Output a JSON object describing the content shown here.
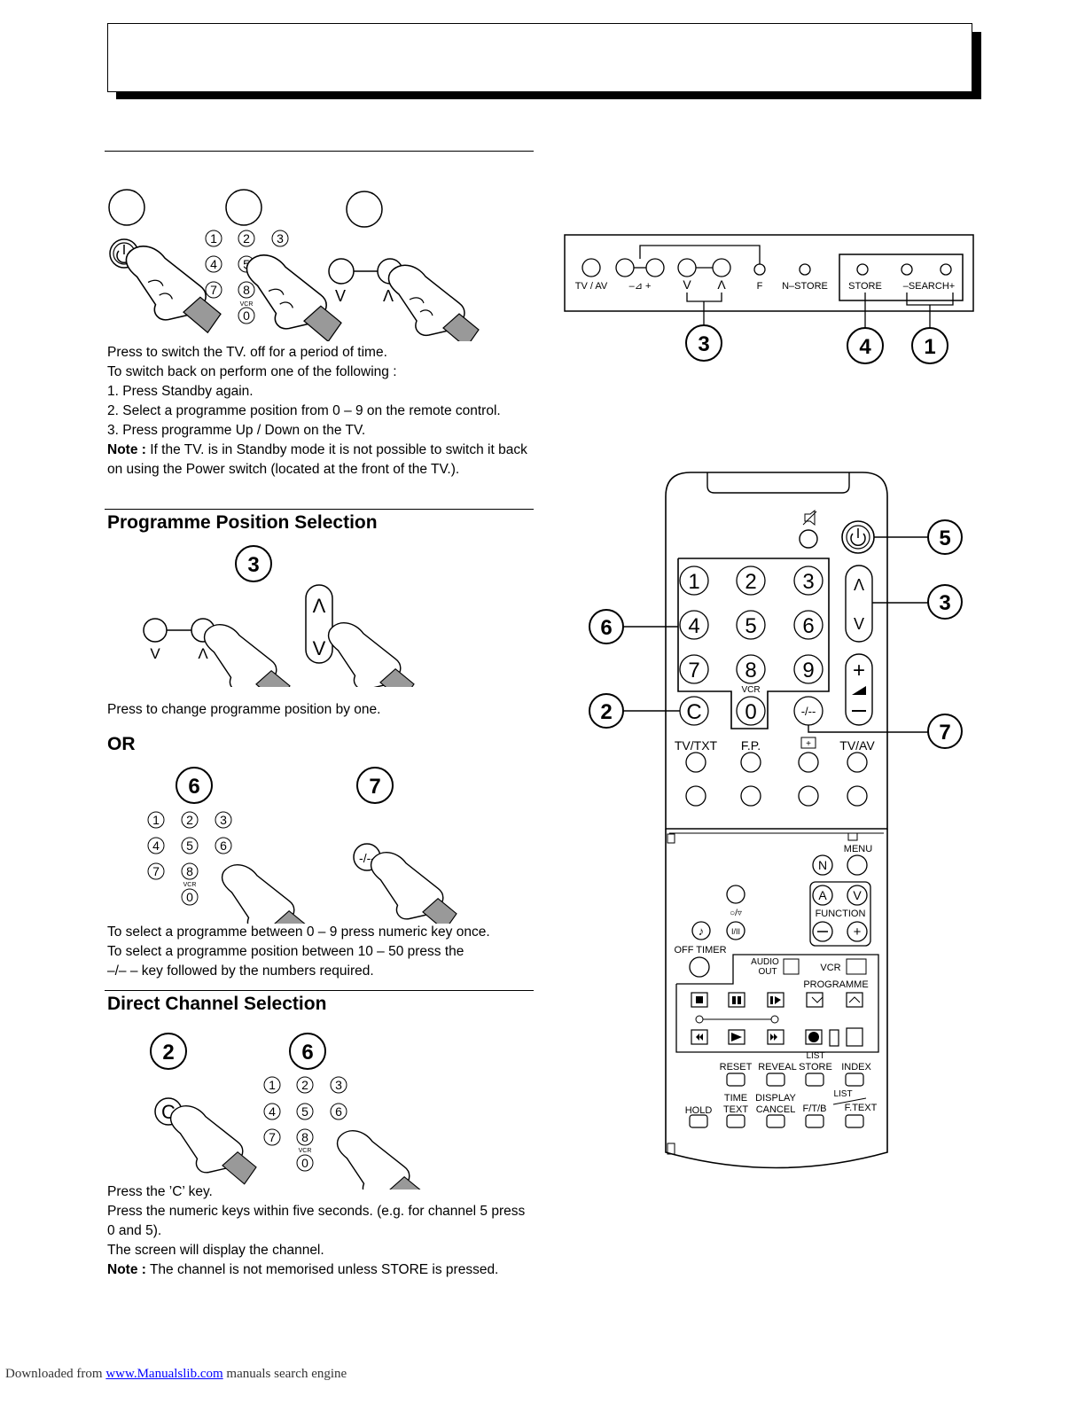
{
  "standby": {
    "lines": [
      "Press to switch the TV. off for a period of time.",
      "To switch back on perform one of the following :",
      "1. Press Standby again.",
      "2. Select a programme position from 0 – 9 on the remote control.",
      "3. Press programme Up / Down on the TV."
    ],
    "note_label": "Note :",
    "note_text": " If the TV. is in Standby mode it is not possible to switch it back on using the Power switch (located at the front of the TV.)."
  },
  "programme": {
    "heading": "Programme Position Selection",
    "callout": "3",
    "text": "Press to change programme position by one.",
    "or_label": "OR",
    "callout_numeric": "6",
    "callout_dash": "7",
    "text2_line1": "To select a programme between 0 – 9 press numeric key once.",
    "text2_line2": "To select a programme position between 10 – 50 press the",
    "text2_line3": "–/– – key followed by the numbers required."
  },
  "direct": {
    "heading": "Direct Channel Selection",
    "callout_c": "2",
    "callout_num": "6",
    "line1": "Press the ’C’ key.",
    "line2": "Press the numeric keys within five seconds. (e.g. for channel 5 press 0 and 5).",
    "line3": "The screen will display the channel.",
    "note_label": "Note :",
    "note_text": " The channel is not memorised unless STORE is pressed."
  },
  "keypad": {
    "digits": [
      "1",
      "2",
      "3",
      "4",
      "5",
      "6",
      "7",
      "8"
    ],
    "zero": "0",
    "vcr": "VCR",
    "down": "V",
    "up": "Λ",
    "dash": "-/--",
    "c_key": "C"
  },
  "front_panel": {
    "labels": [
      "TV / AV",
      "–⊿  +",
      "V",
      "Λ",
      "F",
      "N–STORE",
      "STORE",
      "–SEARCH+"
    ],
    "callouts": [
      "3",
      "4",
      "1"
    ]
  },
  "remote": {
    "callouts": [
      "5",
      "3",
      "6",
      "2",
      "7"
    ],
    "digits": [
      "1",
      "2",
      "3",
      "4",
      "5",
      "6",
      "7",
      "8",
      "9"
    ],
    "zero": "0",
    "vcr": "VCR",
    "c_key": "C",
    "dash_key": "-/--",
    "row_labels": [
      "TV/TXT",
      "F.P.",
      "TV/AV"
    ],
    "menu": "MENU",
    "n_key": "N",
    "a_key": "A",
    "v_key": "V",
    "function": "FUNCTION",
    "stereo": "○/▿",
    "dual": "I/II",
    "off_timer": "OFF TIMER",
    "audio_out": "AUDIO\nOUT",
    "vcr_label": "VCR",
    "programme": "PROGRAMME",
    "ttx_top": [
      "RESET",
      "REVEAL",
      "STORE",
      "INDEX"
    ],
    "list_label": "LIST",
    "ttx_bottom": [
      "HOLD",
      "TIME\nTEXT",
      "DISPLAY\nCANCEL",
      "F/T/B",
      "F.TEXT"
    ],
    "list_label2": "LIST"
  },
  "footer": {
    "prefix": "Downloaded from ",
    "link": "www.Manualslib.com",
    "suffix": "  manuals search engine"
  }
}
